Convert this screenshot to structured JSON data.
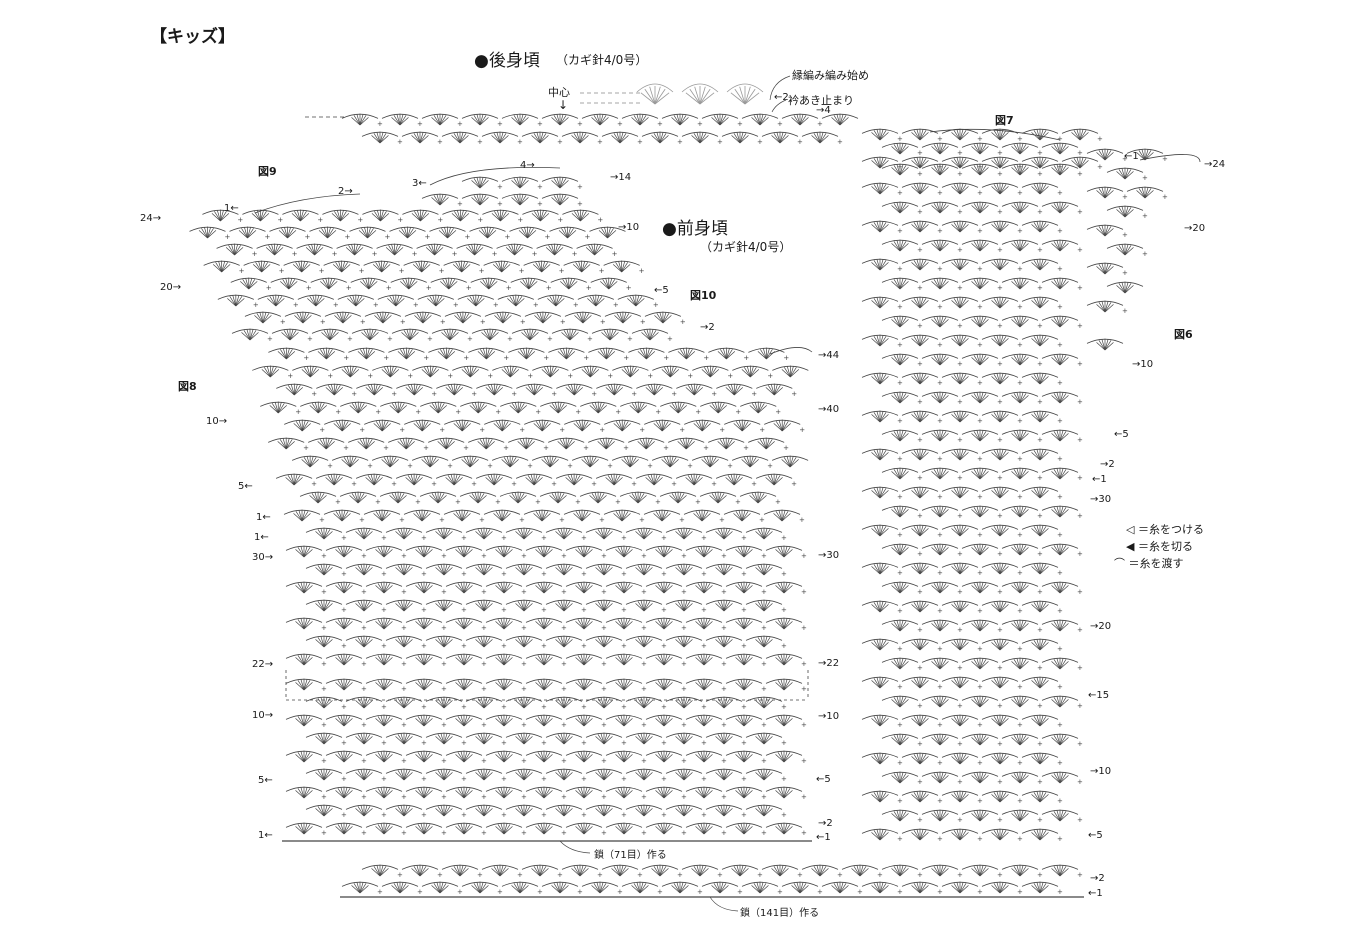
{
  "page_title": "【キッズ】",
  "back_body": {
    "title": "●後身頃",
    "hook": "（カギ針4/0号）",
    "center_label": "中心",
    "edge_start": "縁編み編み始め",
    "neck_end": "衿あき止まり"
  },
  "front_body": {
    "title": "●前身頃",
    "hook": "（カギ針4/0号）"
  },
  "figures": {
    "fig6": "図6",
    "fig7": "図7",
    "fig8": "図8",
    "fig9": "図9",
    "fig10": "図10"
  },
  "chain_front": "鎖（71目）作る",
  "chain_back": "鎖（141目）作る",
  "legend": {
    "attach": "＝糸をつける",
    "cut": "＝糸を切る",
    "pass": "＝糸を渡す"
  },
  "row_labels": {
    "front_left": [
      "24→",
      "20→",
      "10→",
      "5←",
      "1←",
      "1←",
      "30→",
      "22→",
      "10→",
      "5←",
      "1←"
    ],
    "front_right": [
      "→14",
      "→10",
      "←5",
      "→2",
      "→44",
      "→40",
      "→30",
      "→22",
      "→10",
      "←5",
      "→2",
      "←1"
    ],
    "front_top": [
      "4→",
      "3←",
      "2→",
      "1←"
    ],
    "back_right": [
      "←2",
      "→4",
      "←1",
      "→24",
      "→20",
      "→10",
      "←5",
      "→2",
      "←1",
      "→30",
      "→20",
      "←15",
      "→10",
      "←5",
      "→2",
      "←1"
    ]
  },
  "icons": [
    "attach-yarn-icon",
    "cut-yarn-icon",
    "pass-yarn-icon",
    "arrow-down-icon"
  ]
}
